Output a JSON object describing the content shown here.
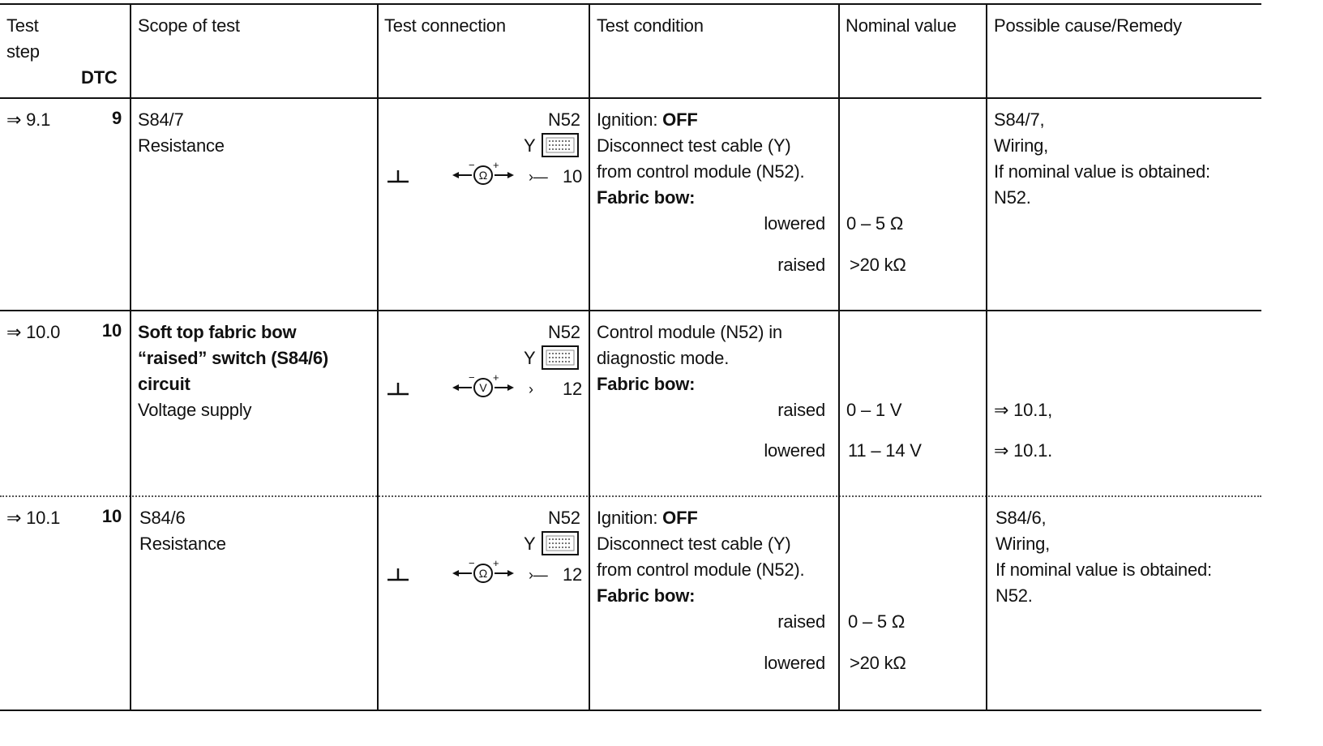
{
  "header": {
    "test_step_l1": "Test",
    "test_step_l2": "step",
    "dtc": "DTC",
    "scope": "Scope of test",
    "connection": "Test connection",
    "condition": "Test condition",
    "nominal": "Nominal value",
    "remedy": "Possible cause/Remedy"
  },
  "rows": [
    {
      "step": "⇒ 9.1",
      "dtc": "9",
      "scope_l1": "S84/7",
      "scope_l2": "Resistance",
      "module": "N52",
      "cable": "Y",
      "meter": "Ω",
      "pin": "10",
      "cond_l1_a": "Ignition: ",
      "cond_l1_b": "OFF",
      "cond_l2": "Disconnect test cable (Y)",
      "cond_l3": "from control module (N52).",
      "cond_l4": "Fabric bow:",
      "state1": "lowered",
      "state2": "raised",
      "nom1": "0 – 5 Ω",
      "nom2": ">20 kΩ",
      "rem_l1": "S84/7,",
      "rem_l2": "Wiring,",
      "rem_l3": "If nominal value is obtained:",
      "rem_l4": "N52."
    },
    {
      "step": "⇒ 10.0",
      "dtc": "10",
      "scope_l1": "Soft top fabric bow",
      "scope_l2": "“raised” switch (S84/6)",
      "scope_l3": "circuit",
      "scope_l4": "Voltage supply",
      "module": "N52",
      "cable": "Y",
      "meter": "V",
      "pin": "12",
      "cond_l1": "Control module (N52) in",
      "cond_l2": "diagnostic mode.",
      "cond_l3": "Fabric bow:",
      "state1": "raised",
      "state2": "lowered",
      "nom1": "0 – 1 V",
      "nom2": "11 – 14 V",
      "rem1": "⇒ 10.1,",
      "rem2": "⇒ 10.1."
    },
    {
      "step": "⇒ 10.1",
      "dtc": "10",
      "scope_l1": "S84/6",
      "scope_l2": "Resistance",
      "module": "N52",
      "cable": "Y",
      "meter": "Ω",
      "pin": "12",
      "cond_l1_a": "Ignition: ",
      "cond_l1_b": "OFF",
      "cond_l2": "Disconnect test cable (Y)",
      "cond_l3": "from control module (N52).",
      "cond_l4": "Fabric bow:",
      "state1": "raised",
      "state2": "lowered",
      "nom1": "0 – 5 Ω",
      "nom2": ">20 kΩ",
      "rem_l1": "S84/6,",
      "rem_l2": "Wiring,",
      "rem_l3": "If nominal value is obtained:",
      "rem_l4": "N52."
    }
  ]
}
